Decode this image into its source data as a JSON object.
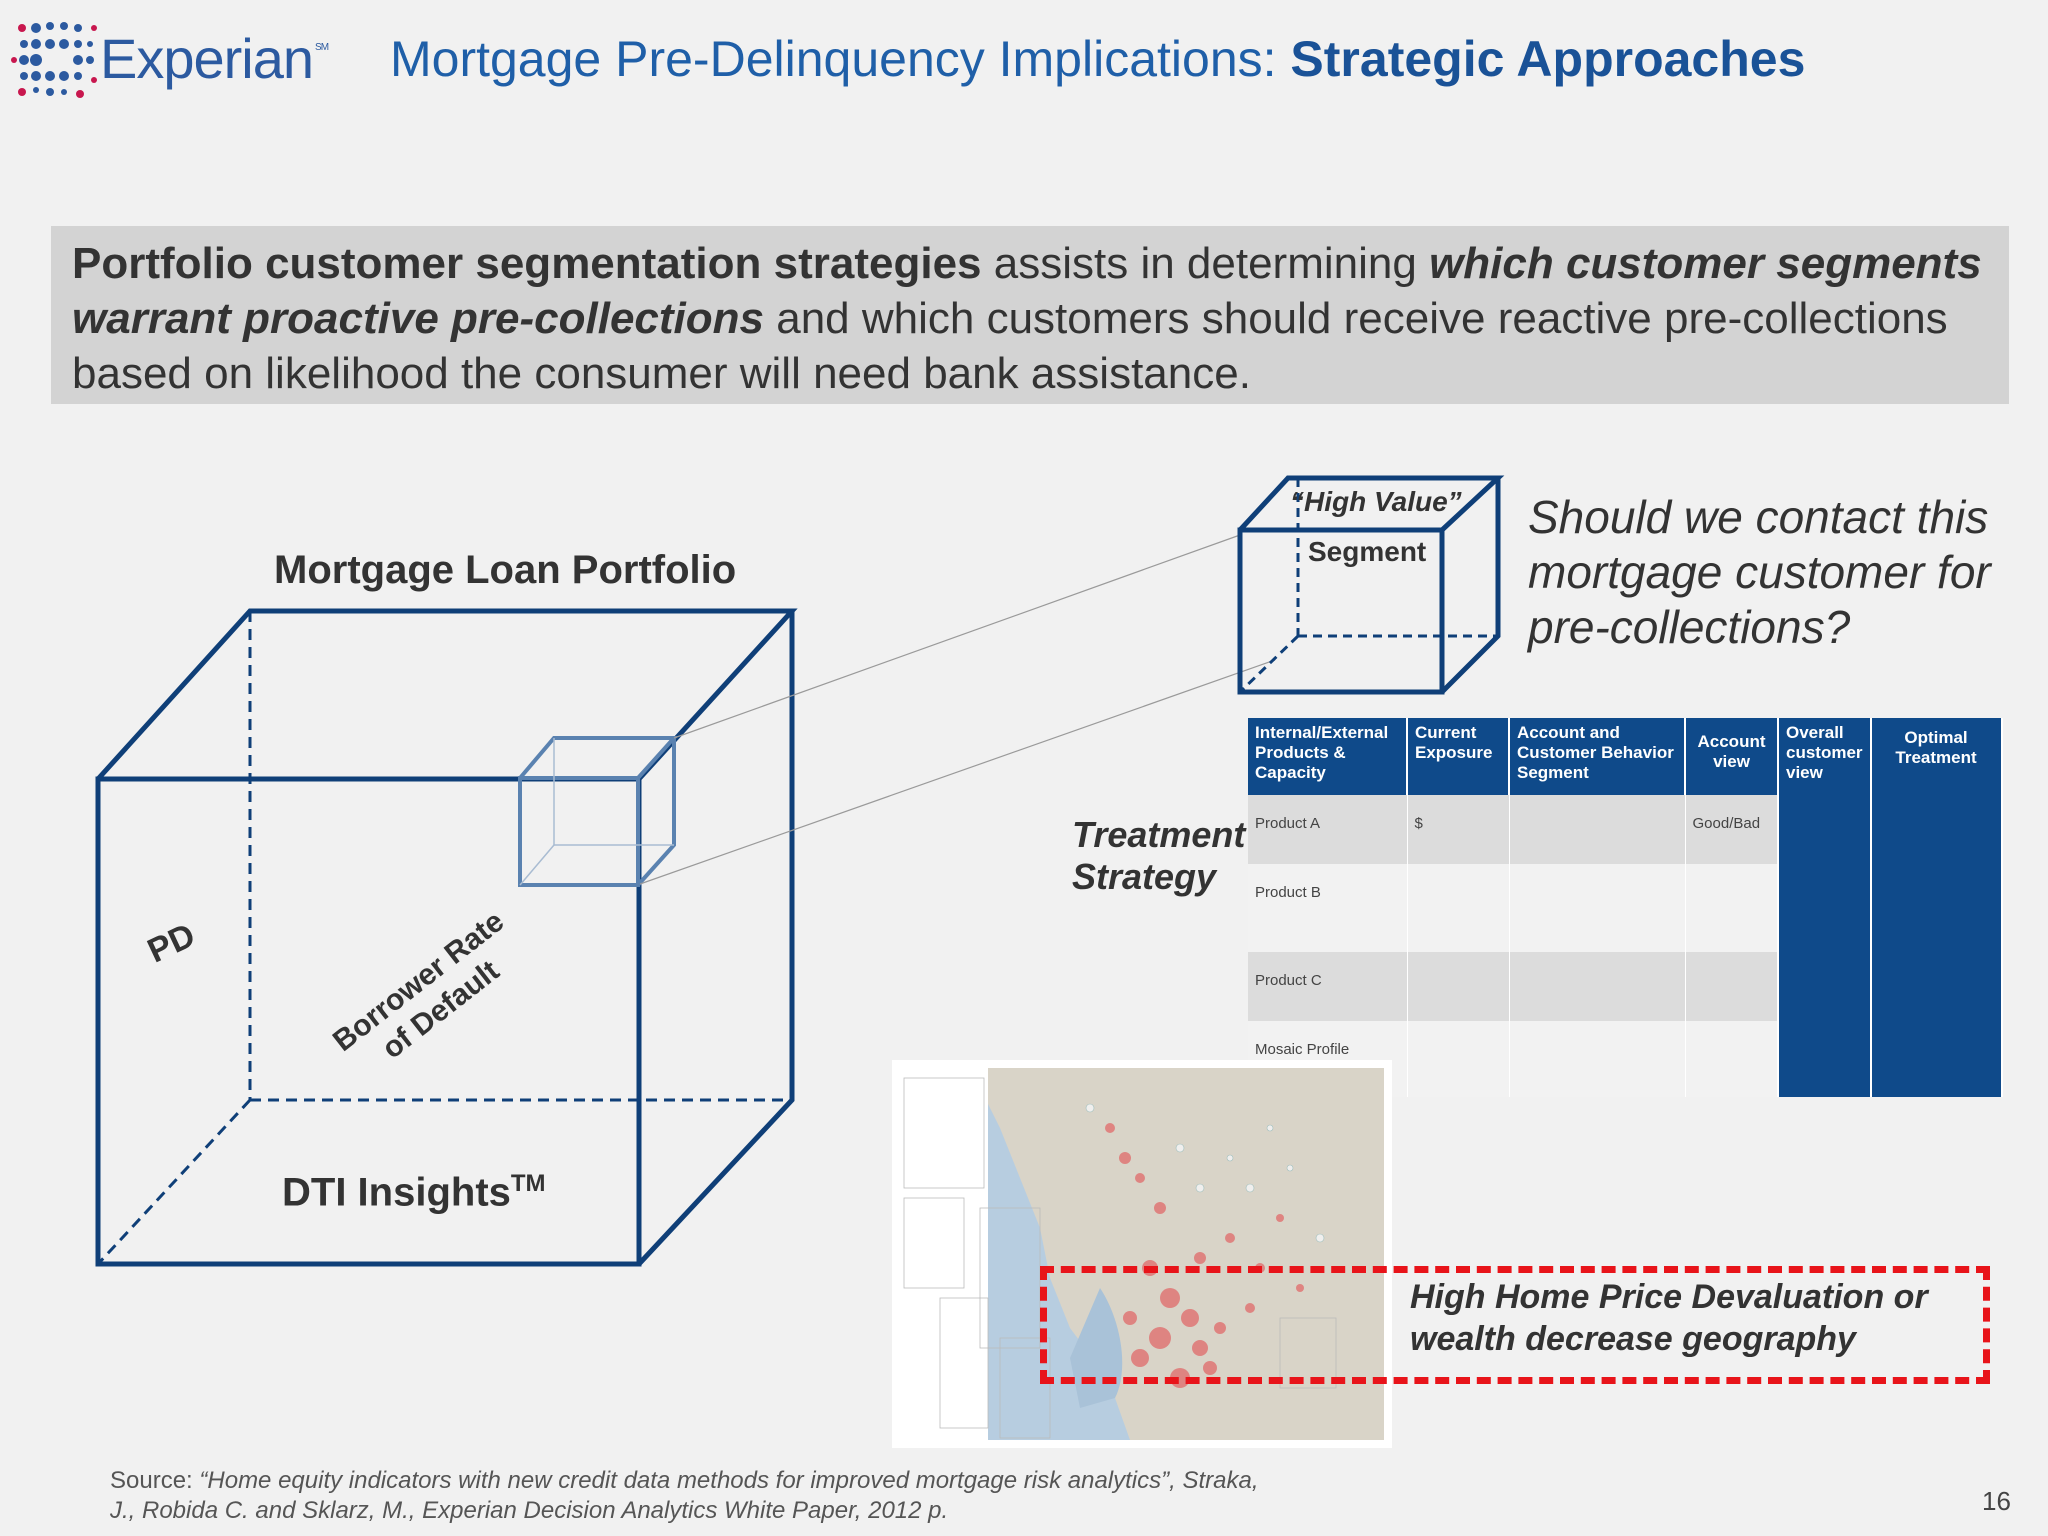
{
  "header": {
    "logo_text": "Experian",
    "logo_sm": "SM",
    "title_plain": "Mortgage Pre-Delinquency Implications: ",
    "title_bold": "Strategic Approaches"
  },
  "banner": {
    "part1_bold": "Portfolio customer segmentation strategies",
    "part2": " assists in determining ",
    "part3_bolditalic": "which customer segments warrant proactive pre-collections",
    "part4": " and which customers should receive reactive pre-collections based on likelihood the consumer will need bank assistance."
  },
  "cube": {
    "title": "Mortgage Loan Portfolio",
    "pd_label": "PD",
    "borrower_label_1": "Borrower Rate",
    "borrower_label_2": "of Default",
    "dti_label": "DTI Insights",
    "dti_tm": "TM"
  },
  "segment": {
    "high_value": "“High Value”",
    "segment": "Segment",
    "question": "Should we contact this mortgage customer for pre-collections?"
  },
  "treatment": {
    "label_1": "Treatment",
    "label_2": "Strategy",
    "headers": [
      "Internal/External Products & Capacity",
      "Current Exposure",
      "Account and Customer Behavior Segment",
      "Account view",
      "Overall customer view",
      "Optimal Treatment"
    ],
    "rows": [
      [
        "Product A",
        "$",
        "",
        "Good/Bad"
      ],
      [
        "Product B",
        "",
        "",
        ""
      ],
      [
        "Product C",
        "",
        "",
        ""
      ],
      [
        "Mosaic Profile",
        "",
        "",
        ""
      ]
    ]
  },
  "geo": {
    "callout": "High Home Price Devaluation or wealth decrease geography"
  },
  "footer": {
    "source_prefix": "Source:  ",
    "source_text": "“Home equity indicators with new credit data methods for improved mortgage risk analytics”, Straka, J., Robida C. and Sklarz, M.,  Experian Decision Analytics White Paper, 2012 p.",
    "page_number": "16"
  },
  "colors": {
    "brand_blue": "#1f5fa8",
    "table_blue": "#0f4a8a",
    "alert_red": "#e8141a"
  }
}
